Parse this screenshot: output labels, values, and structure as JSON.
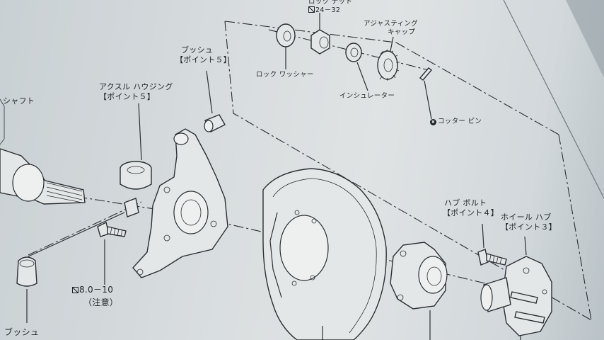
{
  "labels": {
    "lock_nut": "ロック ナット",
    "lock_nut_torque": "24－32",
    "adjusting_cap_1": "アジャスティング",
    "adjusting_cap_2": "キャップ",
    "bush_top_1": "ブッシュ",
    "bush_top_2": "【ポイント５】",
    "lock_washer": "ロック ワッシャー",
    "insulator": "インシュレーター",
    "cotter_pin": "コッター ピン",
    "axle_housing_1": "アクスル ハウジング",
    "axle_housing_2": "【ポイント５】",
    "shaft": "シャフト",
    "hub_bolt_1": "ハブ ボルト",
    "hub_bolt_2": "【ポイント４】",
    "wheel_hub_1": "ホイール ハブ",
    "wheel_hub_2": "【ポイント３】",
    "bolt_torque": "8.0－10",
    "caution": "（注意）",
    "bush_bottom": "ブッシュ"
  }
}
